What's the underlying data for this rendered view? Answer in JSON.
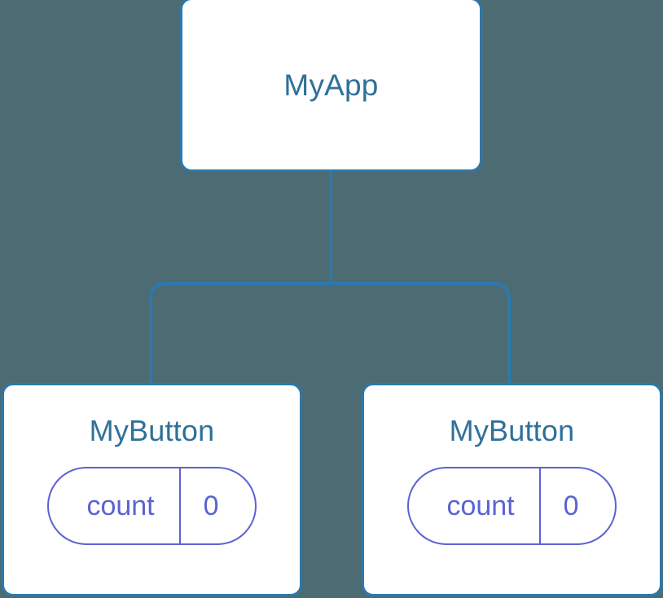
{
  "diagram": {
    "type": "component-tree",
    "background_color": "#4d6b73",
    "node_border_color": "#2b79ad",
    "node_title_color": "#2f7099",
    "property_color": "#5b63d3",
    "connector_color": "#2b79ad"
  },
  "root": {
    "title": "MyApp"
  },
  "children": [
    {
      "title": "MyButton",
      "property": {
        "key": "count",
        "value": "0"
      }
    },
    {
      "title": "MyButton",
      "property": {
        "key": "count",
        "value": "0"
      }
    }
  ]
}
